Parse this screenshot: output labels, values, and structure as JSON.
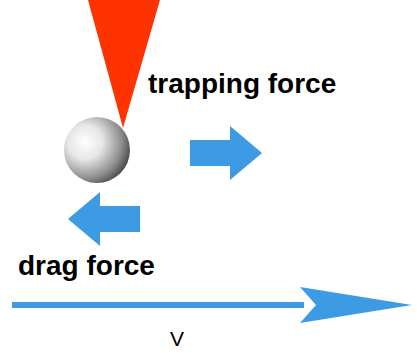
{
  "diagram": {
    "labels": [
      "trapping force",
      "drag force",
      "V"
    ]
  }
}
